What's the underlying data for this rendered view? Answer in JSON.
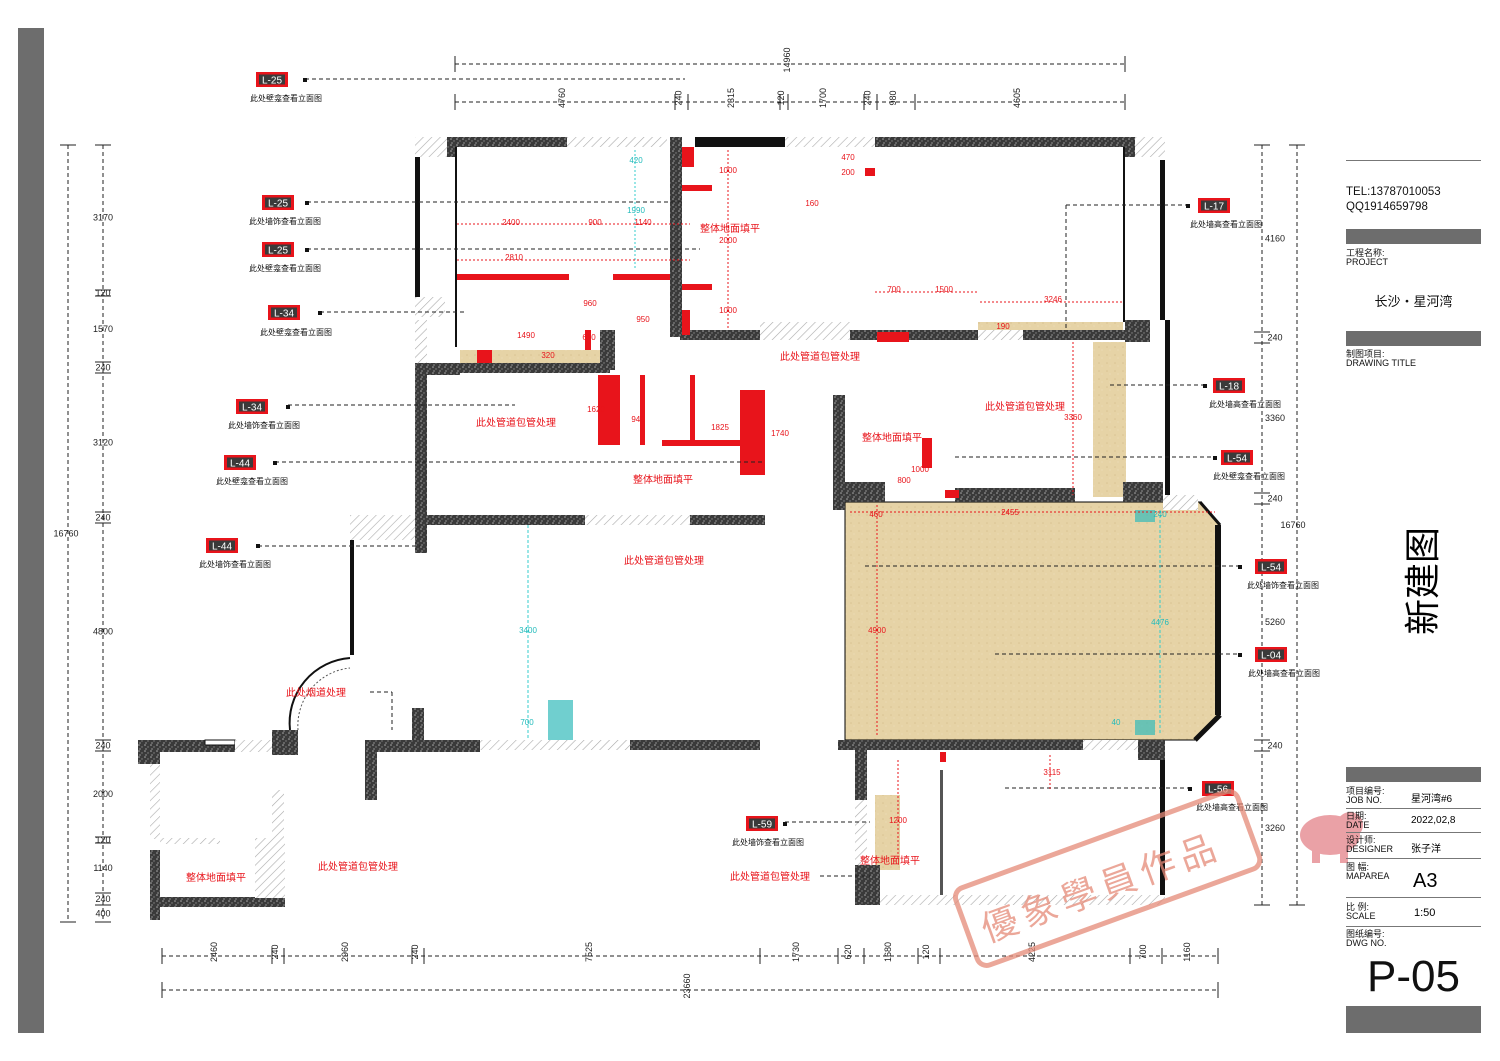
{
  "title_block": {
    "tel": "TEL:13787010053",
    "qq": "QQ1914659798",
    "project_label_cn": "工程名称:",
    "project_label_en": "PROJECT",
    "project_name": "长沙・星河湾",
    "drawing_title_label_cn": "制图项目:",
    "drawing_title_label_en": "DRAWING TITLE",
    "drawing_title": "新建图",
    "job_no_label_cn": "项目编号:",
    "job_no_label_en": "JOB NO.",
    "job_no": "星河湾#6",
    "date_label_cn": "日期:",
    "date_label_en": "DATE",
    "date": "2022,02,8",
    "designer_label_cn": "设计师:",
    "designer_label_en": "DESIGNER",
    "designer": "张子洋",
    "maparea_label_cn": "图 幅:",
    "maparea_label_en": "MAPAREA",
    "maparea": "A3",
    "scale_label_cn": "比 例:",
    "scale_label_en": "SCALE",
    "scale": "1:50",
    "dwg_label_cn": "图纸编号:",
    "dwg_label_en": "DWG NO.",
    "dwg_no": "P-05"
  },
  "watermark": "優象學員作品",
  "callouts": [
    {
      "tag": "L-25",
      "caption": "此处壁龛查看立面图"
    },
    {
      "tag": "L-25",
      "caption": "此处墙饰查看立面图"
    },
    {
      "tag": "L-25",
      "caption": "此处壁龛查看立面图"
    },
    {
      "tag": "L-34",
      "caption": "此处壁龛查看立面图"
    },
    {
      "tag": "L-34",
      "caption": "此处墙饰查看立面图"
    },
    {
      "tag": "L-44",
      "caption": "此处壁龛查看立面图"
    },
    {
      "tag": "L-44",
      "caption": "此处墙饰查看立面图"
    },
    {
      "tag": "L-17",
      "caption": "此处墙高查看立面图"
    },
    {
      "tag": "L-18",
      "caption": "此处墙高查看立面图"
    },
    {
      "tag": "L-54",
      "caption": "此处壁龛查看立面图"
    },
    {
      "tag": "L-54",
      "caption": "此处墙饰查看立面图"
    },
    {
      "tag": "L-04",
      "caption": "此处墙高查看立面图"
    },
    {
      "tag": "L-56",
      "caption": "此处墙高查看立面图"
    },
    {
      "tag": "L-59",
      "caption": "此处墙饰查看立面图"
    }
  ],
  "notes": [
    "整体地面填平",
    "整体地面填平",
    "整体地面填平",
    "整体地面填平",
    "整体地面填平",
    "此处管道包管处理",
    "此处管道包管处理",
    "此处管道包管处理",
    "此处管道包管处理",
    "此处管道包管处理",
    "此处管道包管处理",
    "此处烟道处理"
  ],
  "dimensions": {
    "top_total": "14960",
    "top": [
      "4760",
      "240",
      "2315",
      "120",
      "1700",
      "240",
      "980",
      "4605"
    ],
    "bottom_total": "23660",
    "bottom": [
      "2460",
      "240",
      "2960",
      "240",
      "7525",
      "1730",
      "620",
      "1680",
      "120",
      "4225",
      "700",
      "1160"
    ],
    "left_total": "16760",
    "left": [
      "3170",
      "120",
      "1570",
      "240",
      "3120",
      "240",
      "4800",
      "240",
      "2000",
      "120",
      "1140",
      "240",
      "400"
    ],
    "right_total": "16760",
    "right": [
      "4160",
      "240",
      "3360",
      "240",
      "5260",
      "240",
      "3260"
    ],
    "inner_red": [
      "1000",
      "2000",
      "1000",
      "470",
      "200",
      "160",
      "2400",
      "2810",
      "900",
      "1140",
      "960",
      "950",
      "1490",
      "610",
      "320",
      "1620",
      "940",
      "1740",
      "1825",
      "3360",
      "3246",
      "1500",
      "700",
      "190",
      "1000",
      "800",
      "4900",
      "1200",
      "3115",
      "2455",
      "460"
    ],
    "inner_cyan": [
      "1990",
      "420",
      "3400",
      "4476",
      "700",
      "240",
      "40"
    ]
  }
}
